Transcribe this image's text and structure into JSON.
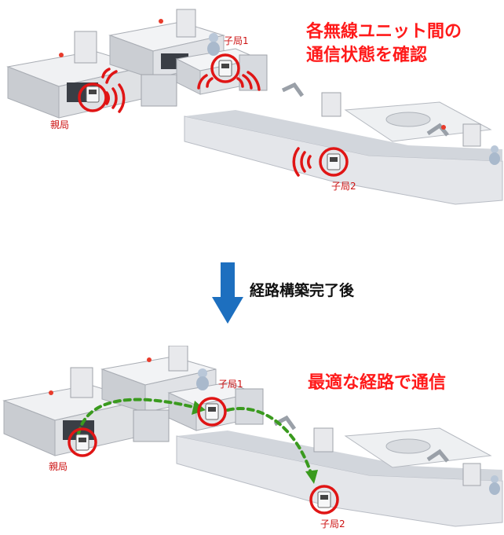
{
  "top": {
    "headline_line1": "各無線ユニット間の",
    "headline_line2": "通信状態を確認",
    "labels": {
      "parent": "親局",
      "child1": "子局1",
      "child2": "子局2"
    }
  },
  "middle": {
    "text": "経路構築完了後"
  },
  "bottom": {
    "headline": "最適な経路で通信",
    "labels": {
      "parent": "親局",
      "child1": "子局1",
      "child2": "子局2"
    }
  },
  "colors": {
    "headline": "#ff1a1a",
    "ring": "#e01515",
    "route": "#3a9a1e",
    "arrow": "#1d6fbf"
  }
}
